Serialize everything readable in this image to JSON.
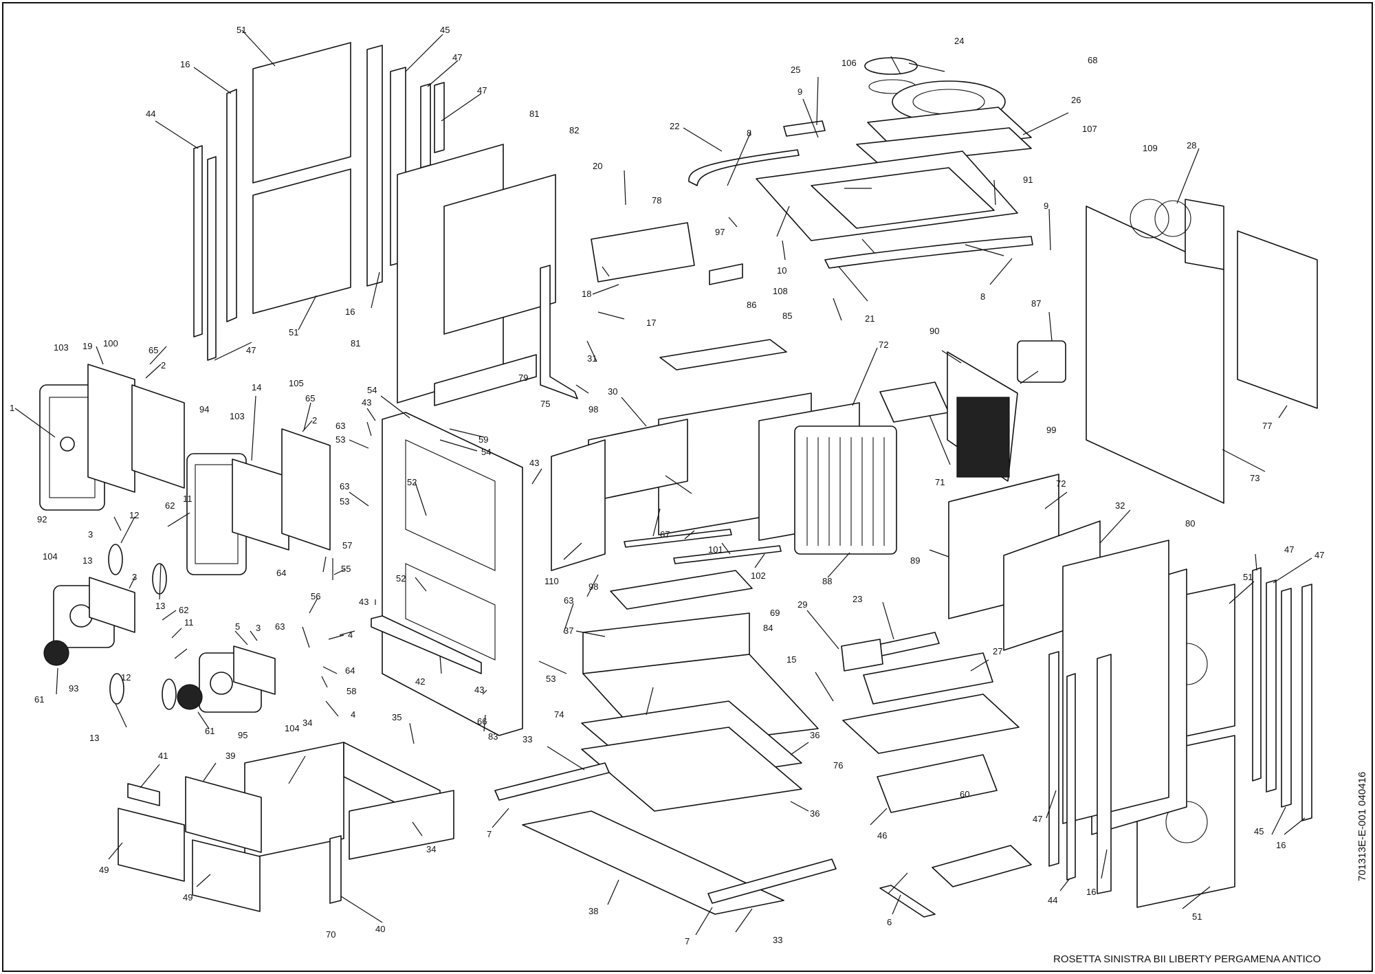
{
  "drawing": {
    "title": "ROSETTA SINISTRA BII LIBERTY PERGAMENA ANTICO",
    "code": "701313E-E-001   040416"
  },
  "callouts": [
    {
      "id": "c1",
      "text": "1"
    },
    {
      "id": "c2a",
      "text": "2"
    },
    {
      "id": "c2b",
      "text": "2"
    },
    {
      "id": "c3a",
      "text": "3"
    },
    {
      "id": "c3b",
      "text": "3"
    },
    {
      "id": "c3c",
      "text": "3"
    },
    {
      "id": "c4a",
      "text": "4"
    },
    {
      "id": "c4b",
      "text": "4"
    },
    {
      "id": "c5",
      "text": "5"
    },
    {
      "id": "c6",
      "text": "6"
    },
    {
      "id": "c7a",
      "text": "7"
    },
    {
      "id": "c7b",
      "text": "7"
    },
    {
      "id": "c8a",
      "text": "8"
    },
    {
      "id": "c8b",
      "text": "8"
    },
    {
      "id": "c9a",
      "text": "9"
    },
    {
      "id": "c9b",
      "text": "9"
    },
    {
      "id": "c10",
      "text": "10"
    },
    {
      "id": "c11a",
      "text": "11"
    },
    {
      "id": "c11b",
      "text": "11"
    },
    {
      "id": "c12a",
      "text": "12"
    },
    {
      "id": "c12b",
      "text": "12"
    },
    {
      "id": "c13a",
      "text": "13"
    },
    {
      "id": "c13b",
      "text": "13"
    },
    {
      "id": "c13c",
      "text": "13"
    },
    {
      "id": "c14",
      "text": "14"
    },
    {
      "id": "c15",
      "text": "15"
    },
    {
      "id": "c16a",
      "text": "16"
    },
    {
      "id": "c16b",
      "text": "16"
    },
    {
      "id": "c16c",
      "text": "16"
    },
    {
      "id": "c16d",
      "text": "16"
    },
    {
      "id": "c17",
      "text": "17"
    },
    {
      "id": "c18",
      "text": "18"
    },
    {
      "id": "c19",
      "text": "19"
    },
    {
      "id": "c20",
      "text": "20"
    },
    {
      "id": "c21",
      "text": "21"
    },
    {
      "id": "c22",
      "text": "22"
    },
    {
      "id": "c23",
      "text": "23"
    },
    {
      "id": "c24",
      "text": "24"
    },
    {
      "id": "c25",
      "text": "25"
    },
    {
      "id": "c26",
      "text": "26"
    },
    {
      "id": "c27",
      "text": "27"
    },
    {
      "id": "c28",
      "text": "28"
    },
    {
      "id": "c29",
      "text": "29"
    },
    {
      "id": "c30",
      "text": "30"
    },
    {
      "id": "c31",
      "text": "31"
    },
    {
      "id": "c32",
      "text": "32"
    },
    {
      "id": "c33a",
      "text": "33"
    },
    {
      "id": "c33b",
      "text": "33"
    },
    {
      "id": "c34a",
      "text": "34"
    },
    {
      "id": "c34b",
      "text": "34"
    },
    {
      "id": "c35",
      "text": "35"
    },
    {
      "id": "c36a",
      "text": "36"
    },
    {
      "id": "c36b",
      "text": "36"
    },
    {
      "id": "c37",
      "text": "37"
    },
    {
      "id": "c38",
      "text": "38"
    },
    {
      "id": "c39",
      "text": "39"
    },
    {
      "id": "c40",
      "text": "40"
    },
    {
      "id": "c41",
      "text": "41"
    },
    {
      "id": "c42",
      "text": "42"
    },
    {
      "id": "c43a",
      "text": "43"
    },
    {
      "id": "c43b",
      "text": "43"
    },
    {
      "id": "c43c",
      "text": "43"
    },
    {
      "id": "c43d",
      "text": "43"
    },
    {
      "id": "c44a",
      "text": "44"
    },
    {
      "id": "c44b",
      "text": "44"
    },
    {
      "id": "c45a",
      "text": "45"
    },
    {
      "id": "c45b",
      "text": "45"
    },
    {
      "id": "c46",
      "text": "46"
    },
    {
      "id": "c47a",
      "text": "47"
    },
    {
      "id": "c47b",
      "text": "47"
    },
    {
      "id": "c47c",
      "text": "47"
    },
    {
      "id": "c47d",
      "text": "47"
    },
    {
      "id": "c47e",
      "text": "47"
    },
    {
      "id": "c47f",
      "text": "47"
    },
    {
      "id": "c49a",
      "text": "49"
    },
    {
      "id": "c49b",
      "text": "49"
    },
    {
      "id": "c51a",
      "text": "51"
    },
    {
      "id": "c51b",
      "text": "51"
    },
    {
      "id": "c51c",
      "text": "51"
    },
    {
      "id": "c51d",
      "text": "51"
    },
    {
      "id": "c52a",
      "text": "52"
    },
    {
      "id": "c52b",
      "text": "52"
    },
    {
      "id": "c53a",
      "text": "53"
    },
    {
      "id": "c53b",
      "text": "53"
    },
    {
      "id": "c53c",
      "text": "53"
    },
    {
      "id": "c54a",
      "text": "54"
    },
    {
      "id": "c54b",
      "text": "54"
    },
    {
      "id": "c55",
      "text": "55"
    },
    {
      "id": "c56",
      "text": "56"
    },
    {
      "id": "c57",
      "text": "57"
    },
    {
      "id": "c58",
      "text": "58"
    },
    {
      "id": "c59",
      "text": "59"
    },
    {
      "id": "c60",
      "text": "60"
    },
    {
      "id": "c61a",
      "text": "61"
    },
    {
      "id": "c61b",
      "text": "61"
    },
    {
      "id": "c62a",
      "text": "62"
    },
    {
      "id": "c62b",
      "text": "62"
    },
    {
      "id": "c63a",
      "text": "63"
    },
    {
      "id": "c63b",
      "text": "63"
    },
    {
      "id": "c63c",
      "text": "63"
    },
    {
      "id": "c63d",
      "text": "63"
    },
    {
      "id": "c64a",
      "text": "64"
    },
    {
      "id": "c64b",
      "text": "64"
    },
    {
      "id": "c65a",
      "text": "65"
    },
    {
      "id": "c65b",
      "text": "65"
    },
    {
      "id": "c66",
      "text": "66"
    },
    {
      "id": "c67",
      "text": "67"
    },
    {
      "id": "c68",
      "text": "68"
    },
    {
      "id": "c69",
      "text": "69"
    },
    {
      "id": "c70",
      "text": "70"
    },
    {
      "id": "c71",
      "text": "71"
    },
    {
      "id": "c72a",
      "text": "72"
    },
    {
      "id": "c72b",
      "text": "72"
    },
    {
      "id": "c73",
      "text": "73"
    },
    {
      "id": "c74",
      "text": "74"
    },
    {
      "id": "c75",
      "text": "75"
    },
    {
      "id": "c76",
      "text": "76"
    },
    {
      "id": "c77",
      "text": "77"
    },
    {
      "id": "c78",
      "text": "78"
    },
    {
      "id": "c79",
      "text": "79"
    },
    {
      "id": "c80",
      "text": "80"
    },
    {
      "id": "c81a",
      "text": "81"
    },
    {
      "id": "c81b",
      "text": "81"
    },
    {
      "id": "c82",
      "text": "82"
    },
    {
      "id": "c83",
      "text": "83"
    },
    {
      "id": "c84",
      "text": "84"
    },
    {
      "id": "c85",
      "text": "85"
    },
    {
      "id": "c86",
      "text": "86"
    },
    {
      "id": "c87",
      "text": "87"
    },
    {
      "id": "c88",
      "text": "88"
    },
    {
      "id": "c89",
      "text": "89"
    },
    {
      "id": "c90",
      "text": "90"
    },
    {
      "id": "c91",
      "text": "91"
    },
    {
      "id": "c92",
      "text": "92"
    },
    {
      "id": "c93",
      "text": "93"
    },
    {
      "id": "c94",
      "text": "94"
    },
    {
      "id": "c95",
      "text": "95"
    },
    {
      "id": "c97",
      "text": "97"
    },
    {
      "id": "c98a",
      "text": "98"
    },
    {
      "id": "c98b",
      "text": "98"
    },
    {
      "id": "c99",
      "text": "99"
    },
    {
      "id": "c100",
      "text": "100"
    },
    {
      "id": "c101",
      "text": "101"
    },
    {
      "id": "c102",
      "text": "102"
    },
    {
      "id": "c103a",
      "text": "103"
    },
    {
      "id": "c103b",
      "text": "103"
    },
    {
      "id": "c104a",
      "text": "104"
    },
    {
      "id": "c104b",
      "text": "104"
    },
    {
      "id": "c105",
      "text": "105"
    },
    {
      "id": "c106",
      "text": "106"
    },
    {
      "id": "c107",
      "text": "107"
    },
    {
      "id": "c108",
      "text": "108"
    },
    {
      "id": "c109",
      "text": "109"
    },
    {
      "id": "c110",
      "text": "110"
    }
  ]
}
